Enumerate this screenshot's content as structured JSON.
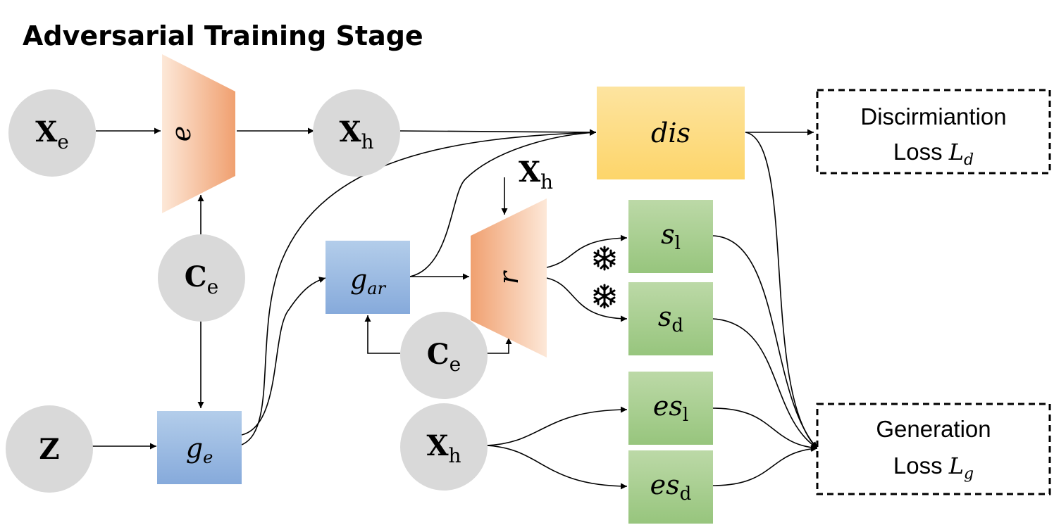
{
  "title": "Adversarial Training Stage",
  "nodes": {
    "xe": {
      "main": "X",
      "sub": "e"
    },
    "xh_top": {
      "main": "X",
      "sub": "h"
    },
    "ce_left": {
      "main": "C",
      "sub": "e"
    },
    "z": {
      "main": "Z"
    },
    "xh_r": {
      "main": "X",
      "sub": "h"
    },
    "ce_mid": {
      "main": "C",
      "sub": "e"
    },
    "xh_bottom": {
      "main": "X",
      "sub": "h"
    }
  },
  "modules": {
    "e": "e",
    "r": "r",
    "g_e": {
      "main": "g",
      "sub": "e"
    },
    "g_ar": {
      "main": "g",
      "sub": "ar"
    },
    "dis": "dis",
    "s_l": {
      "main": "s",
      "sub": "l"
    },
    "s_d": {
      "main": "s",
      "sub": "d"
    },
    "es_l": {
      "main": "es",
      "sub": "l"
    },
    "es_d": {
      "main": "es",
      "sub": "d"
    }
  },
  "losses": {
    "discrimination": {
      "line1": "Discirmiantion",
      "line2": "Loss",
      "symbol": "L",
      "sub": "d"
    },
    "generation": {
      "line1": "Generation",
      "line2": "Loss",
      "symbol": "L",
      "sub": "g"
    }
  },
  "frozen_icon": "snowflake-icon",
  "colors": {
    "circle": "#d9d9d9",
    "orange_dark": "#f0a070",
    "orange_light": "#fde8d8",
    "blue_top": "#b3cdea",
    "blue_bottom": "#86aadb",
    "yellow_top": "#fde4a0",
    "yellow_bottom": "#fdd56a",
    "green_top": "#bcd9a7",
    "green_bottom": "#97c57d"
  }
}
